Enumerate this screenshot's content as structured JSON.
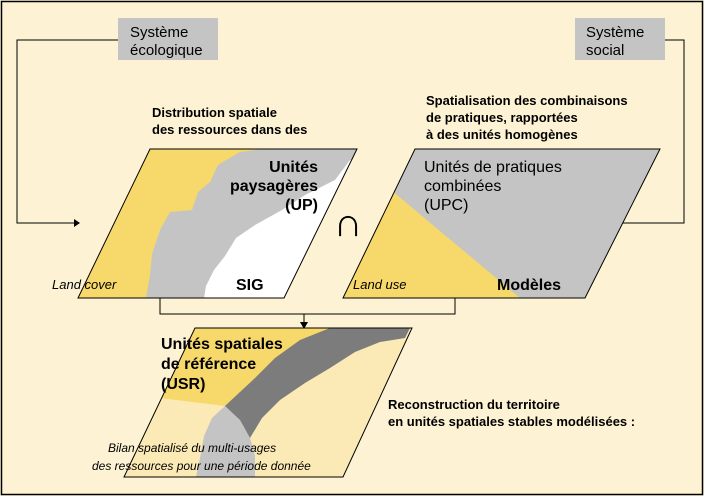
{
  "top_boxes": {
    "ecological": {
      "line1": "Système",
      "line2": "écologique"
    },
    "social": {
      "line1": "Système",
      "line2": "social"
    }
  },
  "captions": {
    "left": {
      "line1": "Distribution spatiale",
      "line2": "des ressources dans des"
    },
    "right": {
      "line1": "Spatialisation des combinaisons",
      "line2": "de pratiques, rapportées",
      "line3": "à des unités homogènes"
    }
  },
  "panel_up": {
    "title_line1": "Unités",
    "title_line2": "paysagères",
    "title_line3": "(UP)",
    "tool": "SIG",
    "corner": "Land cover"
  },
  "panel_upc": {
    "title_line1": "Unités de pratiques",
    "title_line2": "combinées",
    "title_line3": "(UPC)",
    "tool": "Modèles",
    "corner": "Land use"
  },
  "intersection_symbol": "∩",
  "panel_usr": {
    "title_line1": "Unités spatiales",
    "title_line2": "de référence",
    "title_line3": "(USR)",
    "footer_line1": "Bilan spatialisé du multi-usages",
    "footer_line2": "des ressources pour une période donnée"
  },
  "reconstruction": {
    "line1": "Reconstruction du territoire",
    "line2": "en unités spatiales stables modélisées :"
  },
  "colors": {
    "background": "#fdf3d4",
    "yellow": "#f6d96a",
    "gray": "#c4c4c4",
    "dark_gray": "#7c7c7c",
    "light_cream": "#fbeab5",
    "white": "#ffffff"
  }
}
